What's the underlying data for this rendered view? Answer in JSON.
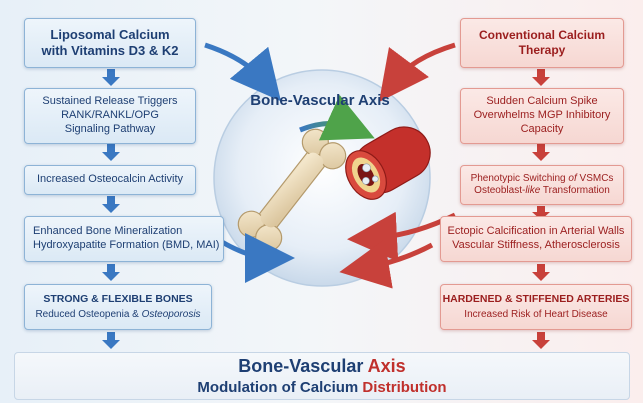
{
  "left_column": {
    "box1": {
      "line1": "Liposomal Calcium",
      "line2": "with Vitamins D3 & K2"
    },
    "box2": {
      "line1": "Sustained Release Triggers",
      "line2": "RANK/RANKL/OPG",
      "line3": "Signaling Pathway"
    },
    "box3": {
      "line1": "Increased Osteocalcin Activity"
    },
    "box4": {
      "line1": "Enhanced Bone Mineralization",
      "line2": "Hydroxyapatite Formation (BMD, MAI)"
    },
    "box5": {
      "line1": "STRONG & FLEXIBLE BONES",
      "line2a": "Reduced Osteopenia & ",
      "line2b": "Osteoporosis"
    }
  },
  "right_column": {
    "box1": {
      "line1": "Conventional Calcium",
      "line2": "Therapy"
    },
    "box2": {
      "line1": "Sudden Calcium Spike",
      "line2": "Overwhelms MGP Inhibitory",
      "line3": "Capacity"
    },
    "box3": {
      "line1a": "Phenotypic Switching ",
      "line1b": "of",
      "line1c": " VSMCs",
      "line2a": "Osteoblast-",
      "line2b": "like",
      "line2c": " Transformation"
    },
    "box4": {
      "line1": "Ectopic Calcification in Arterial Walls",
      "line2": "Vascular Stiffness, Atherosclerosis"
    },
    "box5": {
      "line1": "HARDENED & STIFFENED ARTERIES",
      "line2": "Increased Risk of Heart Disease"
    }
  },
  "center": {
    "title": "Bone-Vascular Axis"
  },
  "bottom": {
    "line1a": "Bone-Vascular ",
    "line1b": "Axis",
    "line2a": "Modulation of Calcium ",
    "line2b": "Distribution"
  },
  "colors": {
    "blue": "#1e3f73",
    "red": "#c0302c",
    "blue_arrow": "#3a78c2",
    "red_arrow": "#c8413b"
  },
  "icons": [
    "bone-icon",
    "artery-icon",
    "arrow-down-icon"
  ]
}
